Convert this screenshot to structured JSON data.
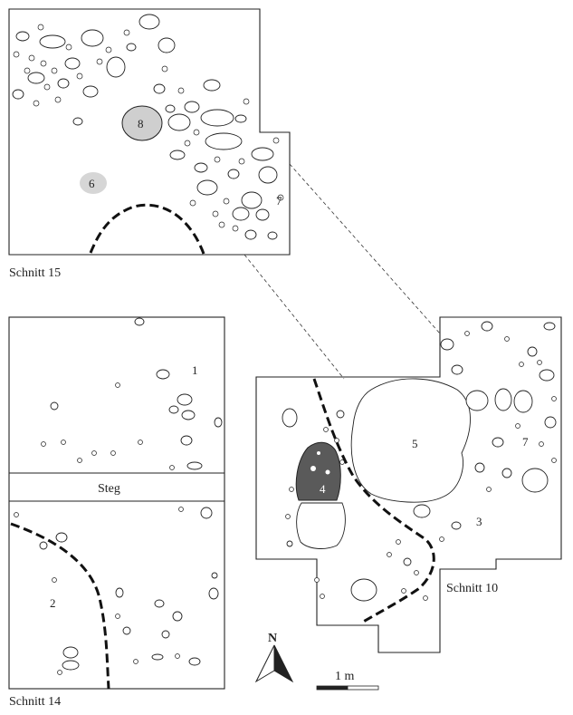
{
  "sections": {
    "s15": "Schnitt 15",
    "s14": "Schnitt 14",
    "s10": "Schnitt 10",
    "steg": "Steg"
  },
  "features": {
    "f1": "1",
    "f2": "2",
    "f3": "3",
    "f4": "4",
    "f5": "5",
    "f6": "6",
    "f7_s15": "7",
    "f7_s10": "7",
    "f8": "8"
  },
  "north": {
    "letter": "N"
  },
  "scale": {
    "label": "1 m"
  },
  "colors": {
    "line": "#222222",
    "feature_light": "#cfcfcf",
    "feature_dark": "#5a5a5a"
  }
}
